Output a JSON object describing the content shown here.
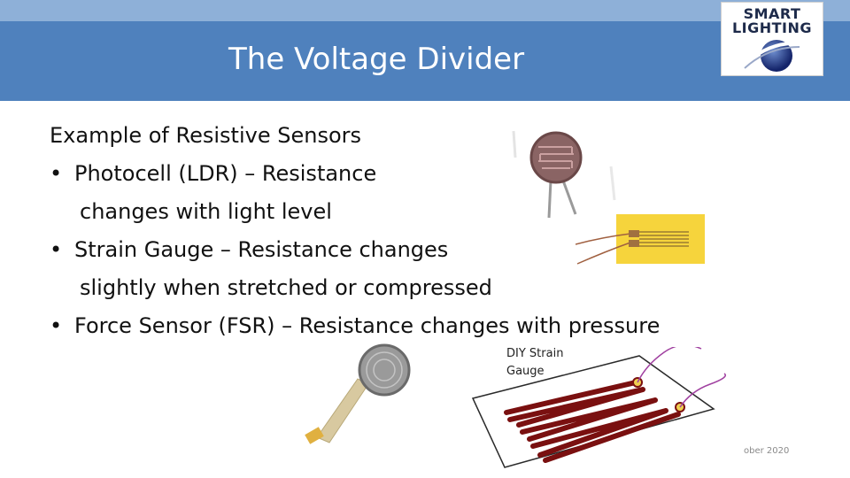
{
  "header": {
    "title": "The Voltage Divider",
    "logo_line1": "SMART",
    "logo_line2": "LIGHTING"
  },
  "content": {
    "heading": "Example of Resistive Sensors",
    "bullet_glyph": "•",
    "bullets": [
      {
        "line1": "Photocell (LDR) – Resistance",
        "line2": "changes with light level"
      },
      {
        "line1": "Strain Gauge – Resistance changes",
        "line2": "slightly when stretched or compressed"
      },
      {
        "line1": "Force Sensor (FSR) – Resistance changes with pressure"
      }
    ]
  },
  "figure": {
    "caption_line1": "DIY Strain",
    "caption_line2": "Gauge"
  },
  "footer": {
    "date": "ober 2020"
  },
  "colors": {
    "title_bar": "#4f81bd",
    "top_strip": "#8eb0d8",
    "strain_gauge_yellow": "#f6d43c",
    "diy_trace_red": "#7a1010",
    "wire_purple": "#a040a0"
  }
}
